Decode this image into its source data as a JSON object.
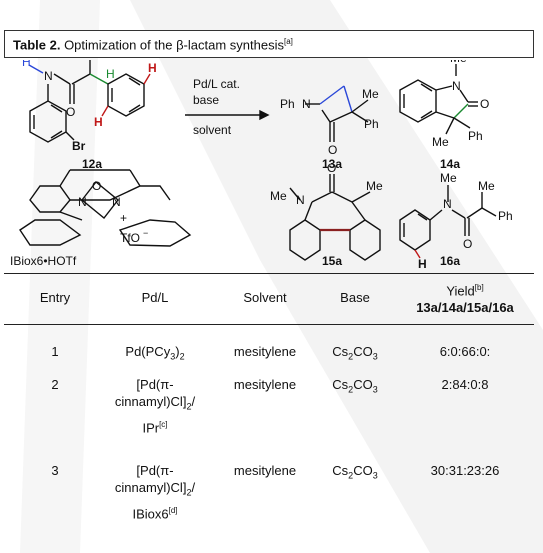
{
  "table": {
    "title_bold": "Table 2.",
    "title_text": " Optimization of the β-lactam synthesis",
    "title_sup": "[a]",
    "conditions": [
      "Pd/L cat.",
      "base",
      "solvent"
    ],
    "compound_labels": [
      "12a",
      "13a",
      "14a",
      "IBiox6•HOTf",
      "15a",
      "16a"
    ],
    "columns": [
      "Entry",
      "Pd/L",
      "Solvent",
      "Base",
      "Yield",
      "13a/14a/15a/16a"
    ],
    "yield_sup": "[b]",
    "rows": [
      {
        "entry": "1",
        "pdl": [
          "Pd(PCy",
          "3",
          ")",
          "2"
        ],
        "solvent": "mesitylene",
        "base": [
          "Cs",
          "2",
          "CO",
          "3"
        ],
        "yield": "6:0:66:0:"
      },
      {
        "entry": "2",
        "pdl_lines": [
          "[Pd(π-",
          "cinnamyl)Cl]",
          "2",
          "/",
          "IPr",
          "[c]"
        ],
        "solvent": "mesitylene",
        "base": [
          "Cs",
          "2",
          "CO",
          "3"
        ],
        "yield": "2:84:0:8"
      },
      {
        "entry": "3",
        "pdl_lines": [
          "[Pd(π-",
          "cinnamyl)Cl]",
          "2",
          "/",
          "IBiox6",
          "[d]"
        ],
        "solvent": "mesitylene",
        "base": [
          "Cs",
          "2",
          "CO",
          "3"
        ],
        "yield": "30:31:23:26"
      }
    ],
    "atoms": {
      "N": "N",
      "O": "O",
      "Br": "Br",
      "H": "H",
      "Me": "Me",
      "Ph": "Ph",
      "TfO": "TfO",
      "minus": "−",
      "plus": "+"
    },
    "colors": {
      "blue": "#2a47d8",
      "red": "#c01818",
      "highlight": "#8a2020"
    }
  }
}
